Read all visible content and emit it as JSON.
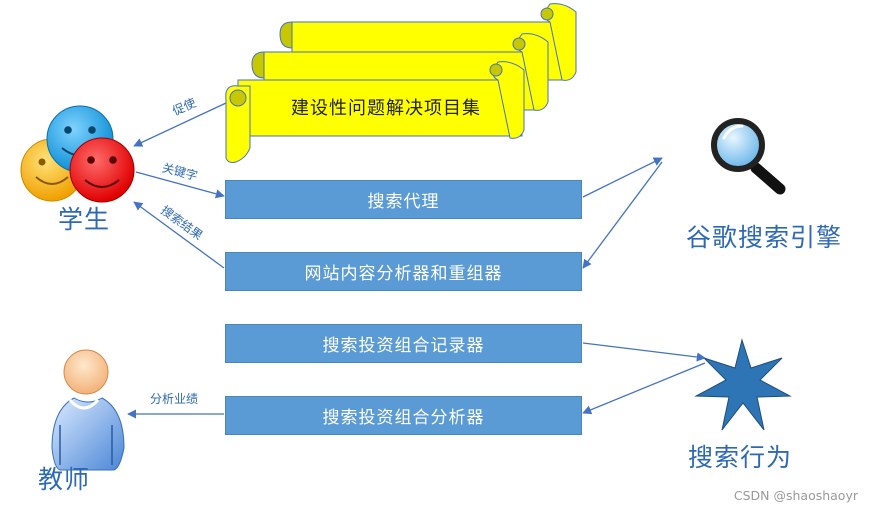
{
  "scroll": {
    "title": "建设性问题解决项目集"
  },
  "boxes": {
    "search_proxy": "搜索代理",
    "site_analyzer": "网站内容分析器和重组器",
    "portfolio_recorder": "搜索投资组合记录器",
    "portfolio_analyzer": "搜索投资组合分析器"
  },
  "actors": {
    "students": "学生",
    "teacher": "教师",
    "google": "谷歌搜索引擎",
    "behavior": "搜索行为"
  },
  "edges": {
    "promote": "促使",
    "keywords": "关键字",
    "results": "搜索结果",
    "performance": "分析业绩"
  },
  "watermark": "CSDN @shaoshaoyr",
  "colors": {
    "box_fill": "#5b9bd5",
    "arrow": "#4472c4",
    "label_text": "#2e69b6",
    "scroll_fill": "#ffff00",
    "scroll_shade": "#c8c800",
    "smiley_blue": "#1aa3e8",
    "smiley_orange": "#ffb300",
    "smiley_red": "#ff0000",
    "star": "#2e75b6"
  },
  "icons": [
    "smiley-icon",
    "teacher-icon",
    "magnifier-icon",
    "star-icon",
    "scroll-icon"
  ]
}
